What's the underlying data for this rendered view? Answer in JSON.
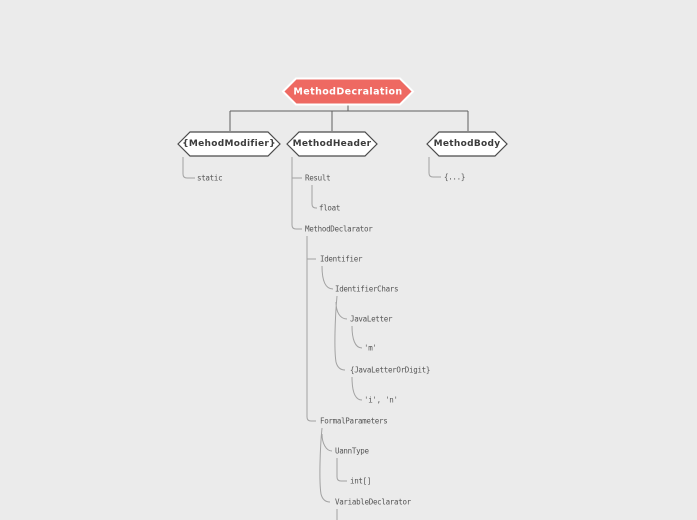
{
  "colors": {
    "background": "#ebebeb",
    "root_fill": "#ee6962",
    "root_text": "#ffffff",
    "node_border": "#4a4a4a",
    "node_text": "#3c3c3c",
    "bus_line": "#5f5f5f",
    "tree_line": "#a2a2a2",
    "label_text": "#555555"
  },
  "diagram": {
    "root": {
      "label": "MethodDecralation"
    },
    "level2": [
      {
        "label": "{MehodModifier}"
      },
      {
        "label": "MethodHeader"
      },
      {
        "label": "MethodBody"
      }
    ],
    "tree": {
      "static_kw": "static",
      "body_block": "{...}",
      "result": "Result",
      "float_type": "float",
      "method_declarator": "MethodDeclarator",
      "identifier": "Identifier",
      "identifier_chars": "IdentifierChars",
      "java_letter": "JavaLetter",
      "lit_m": "'m'",
      "java_letter_or_digit": "{JavaLetterOrDigit}",
      "lit_i_n": "'i', 'n'",
      "formal_parameters": "FormalParameters",
      "uann_type": "UannType",
      "int_array": "int[]",
      "variable_declarator": "VariableDeclarator"
    }
  }
}
